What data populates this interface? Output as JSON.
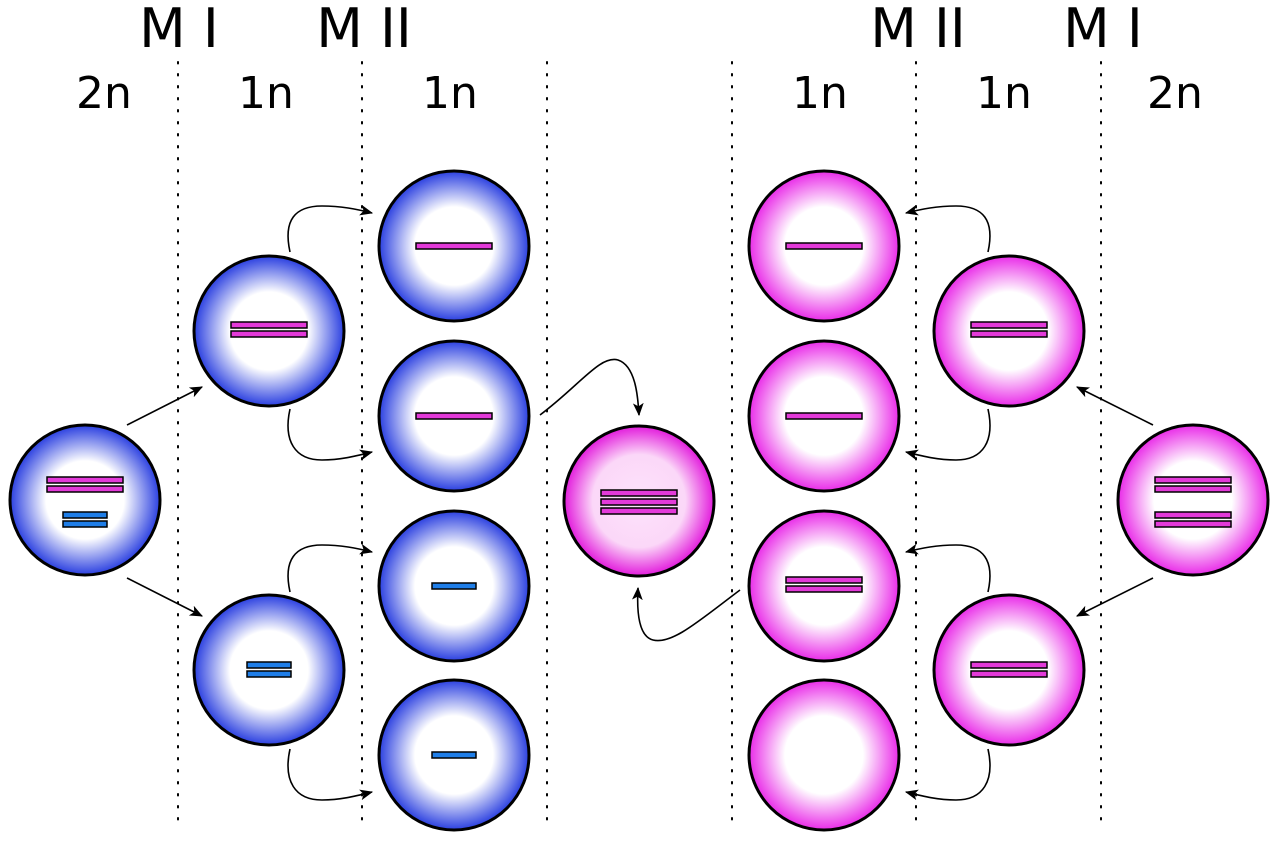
{
  "labels": {
    "phases": [
      "M I",
      "M II",
      "M II",
      "M I"
    ],
    "ploidy": [
      "2n",
      "1n",
      "1n",
      "1n",
      "1n",
      "2n"
    ]
  },
  "colors": {
    "blue_cell_rim": "#2a3fe0",
    "blue_chromosome": "#1f7ee8",
    "pink_cell_rim": "#e92be8",
    "pink_chromosome": "#e33ad9",
    "zygote_core": "#fde3fb"
  },
  "cells": {
    "blue": [
      {
        "stage": "2n",
        "chromosomes": [
          "pink",
          "pink",
          "blue",
          "blue"
        ]
      },
      {
        "stage": "M I",
        "chromosomes": [
          "pink",
          "pink"
        ]
      },
      {
        "stage": "M I",
        "chromosomes": [
          "blue",
          "blue"
        ]
      },
      {
        "stage": "M II",
        "chromosomes": [
          "pink"
        ]
      },
      {
        "stage": "M II",
        "chromosomes": [
          "pink"
        ]
      },
      {
        "stage": "M II",
        "chromosomes": [
          "blue"
        ]
      },
      {
        "stage": "M II",
        "chromosomes": [
          "blue"
        ]
      }
    ],
    "zygote": {
      "chromosomes": [
        "pink",
        "pink",
        "pink"
      ]
    },
    "pink": [
      {
        "stage": "2n",
        "chromosomes": [
          "pink",
          "pink",
          "pink",
          "pink"
        ]
      },
      {
        "stage": "M I",
        "chromosomes": [
          "pink",
          "pink"
        ]
      },
      {
        "stage": "M I",
        "chromosomes": [
          "pink",
          "pink"
        ]
      },
      {
        "stage": "M II",
        "chromosomes": [
          "pink"
        ]
      },
      {
        "stage": "M II",
        "chromosomes": [
          "pink"
        ]
      },
      {
        "stage": "M II",
        "chromosomes": [
          "pink",
          "pink"
        ]
      },
      {
        "stage": "M II",
        "chromosomes": []
      }
    ]
  }
}
